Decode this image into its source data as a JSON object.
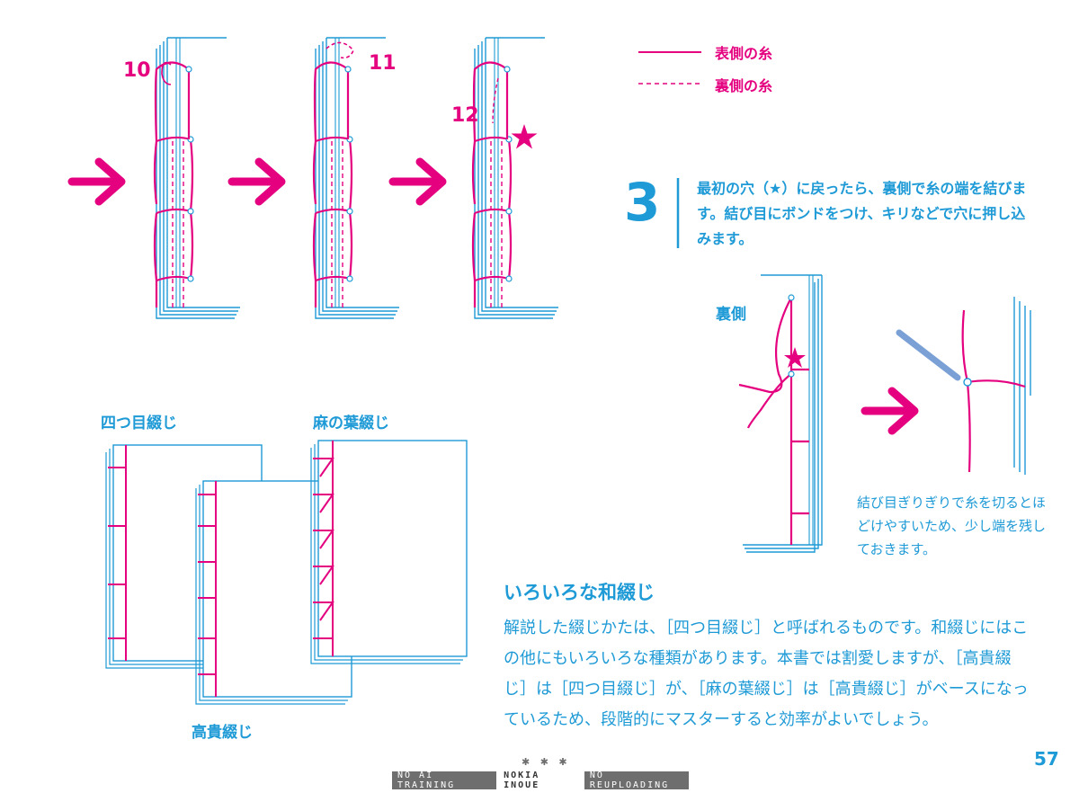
{
  "legend": {
    "front_label": "表側の糸",
    "back_label": "裏側の糸"
  },
  "steps": {
    "s10": "10",
    "s11": "11",
    "s12": "12"
  },
  "step3": {
    "number": "3",
    "text": "最初の穴（★）に戻ったら、裏側で糸の端を結びます。結び目にボンドをつけ、キリなどで穴に押し込みます。"
  },
  "back_side_label": "裏側",
  "cut_caption": "結び目ぎりぎりで糸を切るとほどけやすいため、少し端を残しておきます。",
  "bindings": {
    "yotsume": "四つ目綴じ",
    "asanoha": "麻の葉綴じ",
    "kouki": "高貴綴じ"
  },
  "section": {
    "title": "いろいろな和綴じ",
    "body": "解説した綴じかたは、［四つ目綴じ］と呼ばれるものです。和綴じにはこの他にもいろいろな種類があります。本書では割愛しますが、［高貴綴じ］は［四つ目綴じ］が、［麻の葉綴じ］は［高貴綴じ］がベースになっているため、段階的にマスターすると効率がよいでしょう。"
  },
  "page_number": "57",
  "footer": {
    "stars": "✱ ✱ ✱",
    "left": "NO AI TRAINING",
    "center": "NOKIA INOUE",
    "right": "NO REUPLOADING"
  },
  "colors": {
    "thread": "#e4007f",
    "paper_line": "#1e9ad6"
  },
  "icons": [
    "arrow-right-icon",
    "star-icon",
    "awl-icon"
  ]
}
